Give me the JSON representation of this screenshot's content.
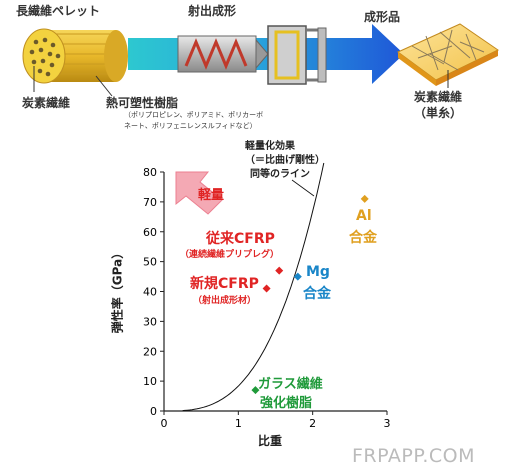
{
  "process": {
    "pellet_label": "長繊維ペレット",
    "molding_label": "射出成形",
    "product_label": "成形品",
    "carbon_fiber_label": "炭素繊維",
    "resin_label": "熱可塑性樹脂",
    "resin_examples_line1": "（ポリプロピレン、ポリアミド、ポリカーボ",
    "resin_examples_line2": "ネート、ポリフェニレンスルフィドなど）",
    "product_fiber_line1": "炭素繊維",
    "product_fiber_line2": "（単糸）"
  },
  "chart_data": {
    "type": "scatter",
    "xlabel": "比重",
    "ylabel": "弾性率（GPa）",
    "xlim": [
      0,
      3
    ],
    "ylim": [
      0,
      80
    ],
    "x_ticks": [
      "0",
      "1",
      "2",
      "3"
    ],
    "y_ticks": [
      "0",
      "10",
      "20",
      "30",
      "40",
      "50",
      "60",
      "70",
      "80"
    ],
    "curve_label": [
      "軽量化効果",
      "（＝比曲げ剛性）",
      "同等のライン"
    ],
    "lightweight_arrow_label": "軽量",
    "points": [
      {
        "label_lines": [
          "従来CFRP"
        ],
        "sublabel": "（連続繊維プリプレグ）",
        "x": 1.55,
        "y": 47,
        "color": "#e02424"
      },
      {
        "label_lines": [
          "新規CFRP"
        ],
        "sublabel": "（射出成形材）",
        "x": 1.38,
        "y": 41,
        "color": "#e02424"
      },
      {
        "label_lines": [
          "Mg",
          "合金"
        ],
        "sublabel": "",
        "x": 1.8,
        "y": 45,
        "color": "#1a86c8"
      },
      {
        "label_lines": [
          "Al",
          "合金"
        ],
        "sublabel": "",
        "x": 2.7,
        "y": 71,
        "color": "#e0a020"
      },
      {
        "label_lines": [
          "ガラス繊維",
          "強化樹脂"
        ],
        "sublabel": "",
        "x": 1.23,
        "y": 7,
        "color": "#1f9a3a"
      }
    ]
  },
  "watermark": "FRPAPP.COM"
}
